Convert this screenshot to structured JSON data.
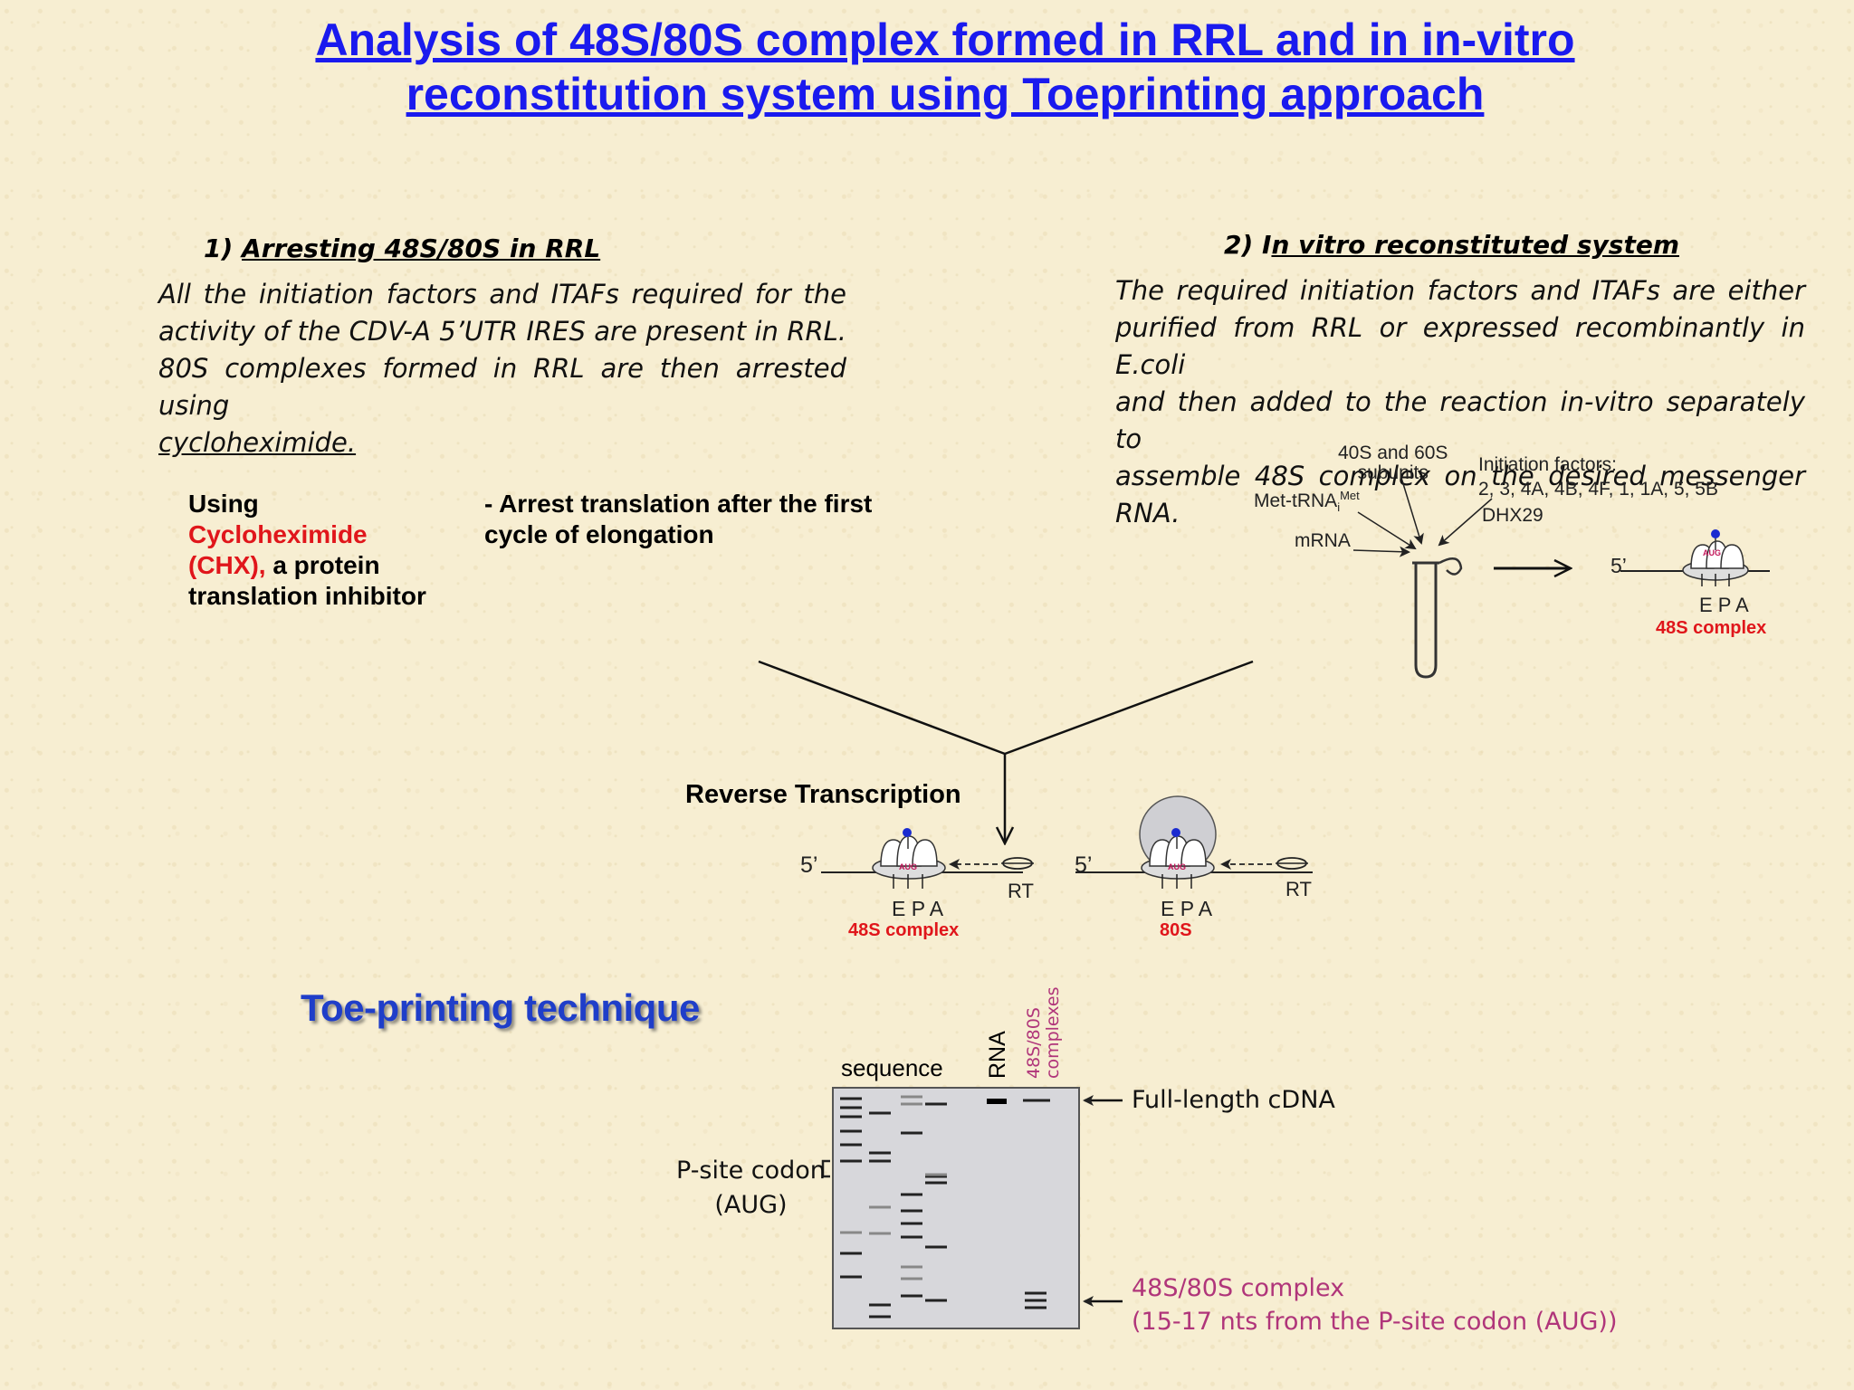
{
  "title": {
    "line1": "Analysis of 48S/80S complex formed in RRL and in in-vitro",
    "line2": "reconstitution system using Toeprinting approach"
  },
  "section1": {
    "number": "1) ",
    "heading": "Arresting 48S/80S in RRL",
    "paragraph_lines": [
      "All the initiation factors and ITAFs required for the",
      "activity of the CDV-A 5’UTR IRES are present in RRL.",
      "80S complexes formed in RRL are then arrested using"
    ],
    "paragraph_last": "cycloheximide."
  },
  "section2": {
    "number": "2) I",
    "heading": "n vitro reconstituted system ",
    "paragraph_lines": [
      "The required initiation factors and ITAFs are either",
      "purified from RRL or expressed recombinantly in E.coli",
      "and then added to the reaction in-vitro separately to"
    ],
    "paragraph_last": "assemble 48S complex on the desired messenger RNA."
  },
  "chx": {
    "using": "Using",
    "name": "Cycloheximide",
    "abbr": "(CHX),",
    "rest1": " a protein",
    "rest2": "translation inhibitor",
    "effect_line1": "- Arrest translation after the first",
    "effect_line2": "cycle of elongation"
  },
  "reconstitution_diagram": {
    "subunits_line1": "40S and 60S",
    "subunits_line2": "subunits",
    "met_trna": "Met-tRNA",
    "met_sub": "i",
    "met_sup": "Met",
    "mrna": "mRNA",
    "factors_line1": "Initiation factors:",
    "factors_line2": "2, 3, 4A, 4B, 4F, 1, 1A, 5, 5B",
    "dhx": "DHX29",
    "five_prime": "5’",
    "sites": "E P A",
    "codon": "AUG",
    "complex": "48S complex"
  },
  "rt_section": {
    "heading": "Reverse Transcription",
    "left": {
      "five_prime": "5’",
      "sites": "E P A",
      "label": "48S complex",
      "rt": "RT",
      "codon": "AUG"
    },
    "right": {
      "five_prime": "5’",
      "sites": "E P A",
      "label": "80S",
      "rt": "RT",
      "codon": "AUG"
    }
  },
  "toeprint": {
    "heading": "Toe-printing technique",
    "lane_sequence": "sequence",
    "lane_rna": "RNA",
    "lane_complex_line1": "48S/80S",
    "lane_complex_line2": "complexes",
    "full_length": "Full-length cDNA",
    "p_site_line1": "P-site codon",
    "p_site_line2": "(AUG)",
    "complex_line1": "48S/80S complex",
    "complex_line2": "(15-17 nts from the P-site codon (AUG))"
  },
  "colors": {
    "title_blue": "#1a1aee",
    "highlight_red": "#e0161b",
    "magenta": "#b0357a",
    "toe_blue": "#1f3ec9"
  }
}
